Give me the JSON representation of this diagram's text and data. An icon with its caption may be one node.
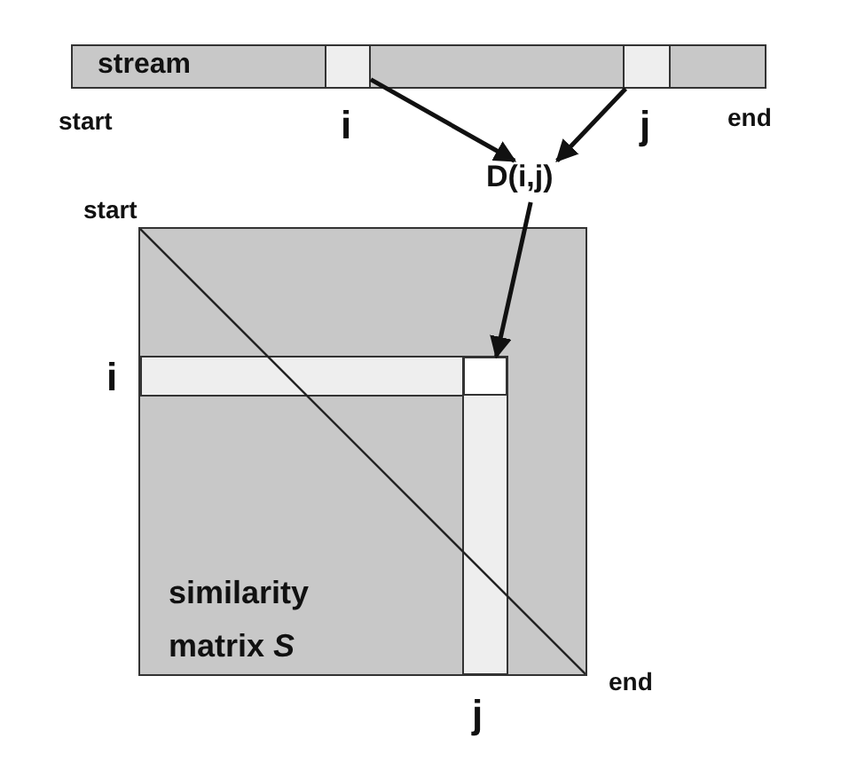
{
  "diagram": {
    "nodes": [
      {
        "text": [
          "stream"
        ]
      },
      {
        "text": [],
        "shape": "box",
        "in": 0,
        "beside": [
          "i"
        ]
      },
      {
        "text": [],
        "shape": "box",
        "in": 0,
        "beside": [
          "j"
        ]
      },
      {
        "text": [
          "D(i,j)"
        ]
      },
      {
        "text": [
          "similarity matrix *S*"
        ]
      },
      {
        "text": [],
        "shape": "box",
        "in": 4
      }
    ],
    "edges": [
      {
        "from": 1,
        "to": 3,
        "arrow": "to"
      },
      {
        "from": 2,
        "to": 3,
        "arrow": "to"
      },
      {
        "from": 3,
        "to": 5,
        "arrow": "to"
      }
    ],
    "labels": [
      "start",
      "end",
      "start",
      "i",
      "end",
      "j"
    ]
  }
}
